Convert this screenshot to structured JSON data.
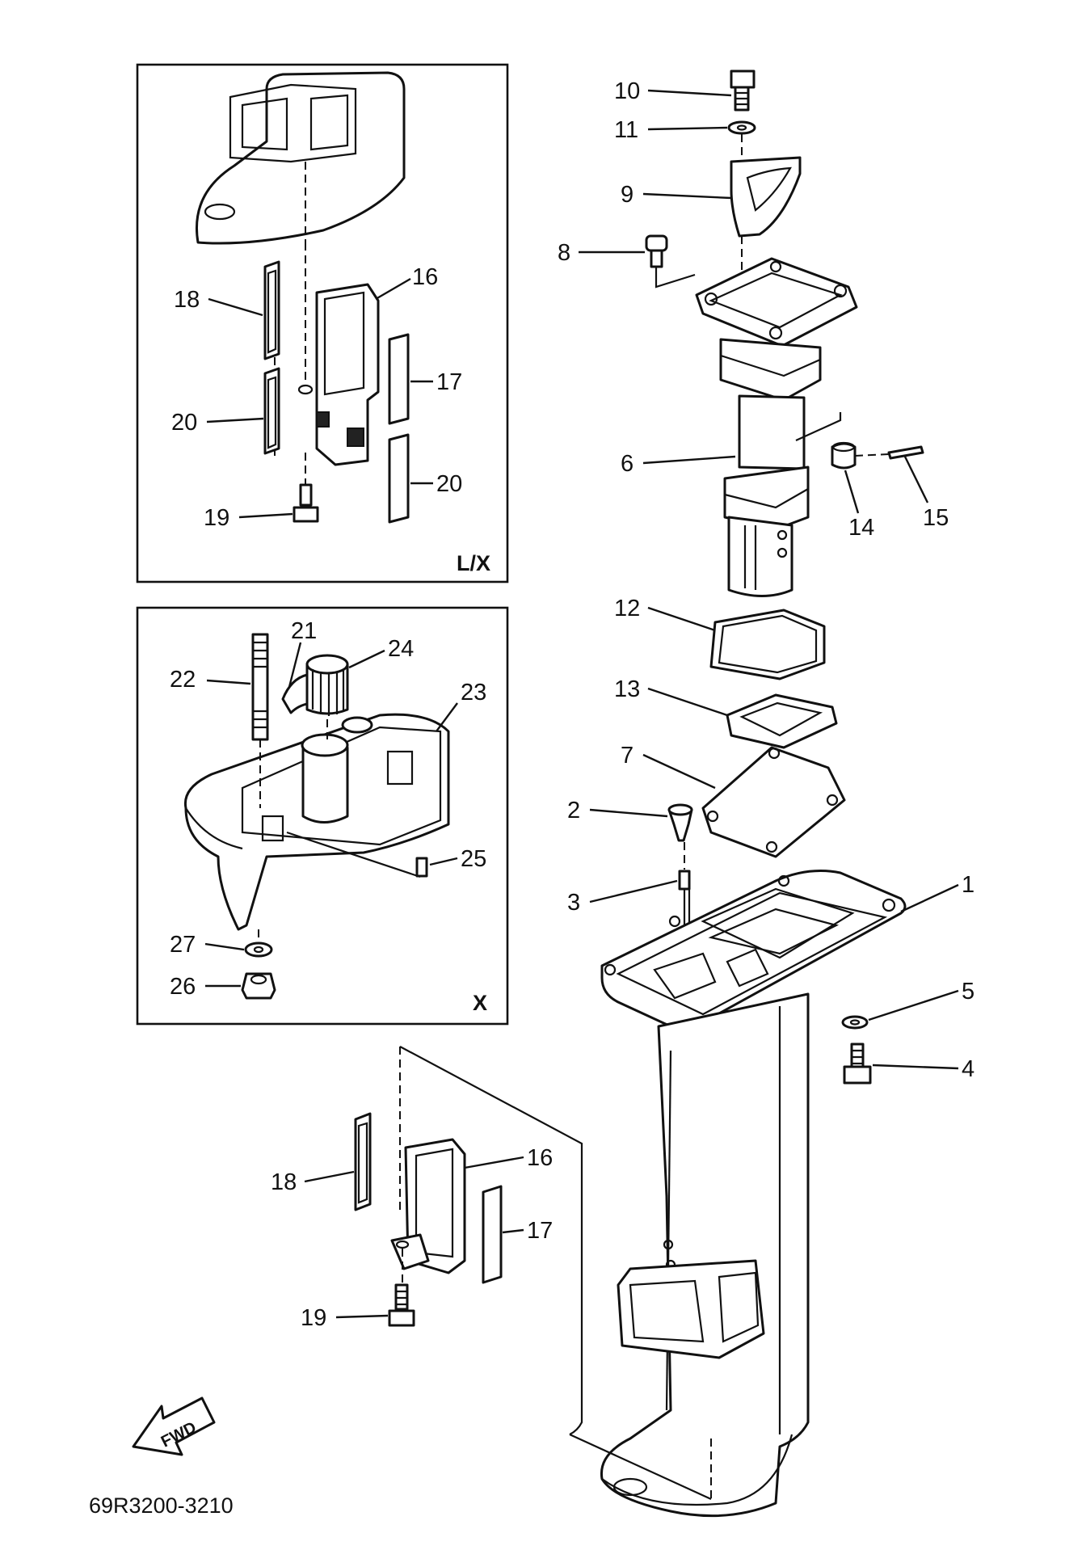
{
  "diagram": {
    "callouts": {
      "c1": "1",
      "c2": "2",
      "c3": "3",
      "c4": "4",
      "c5": "5",
      "c6": "6",
      "c7": "7",
      "c8": "8",
      "c9": "9",
      "c10": "10",
      "c11": "11",
      "c12": "12",
      "c13": "13",
      "c14": "14",
      "c15": "15",
      "c16a": "16",
      "c17a": "17",
      "c18a": "18",
      "c19a": "19",
      "c20a": "20",
      "c20b": "20",
      "c16b": "16",
      "c17b": "17",
      "c18b": "18",
      "c19b": "19",
      "c21": "21",
      "c22": "22",
      "c23": "23",
      "c24": "24",
      "c25": "25",
      "c26": "26",
      "c27": "27"
    },
    "panel_labels": {
      "lx": "L/X",
      "x": "X"
    },
    "fwd_label": "FWD",
    "drawing_code": "69R3200-3210"
  }
}
